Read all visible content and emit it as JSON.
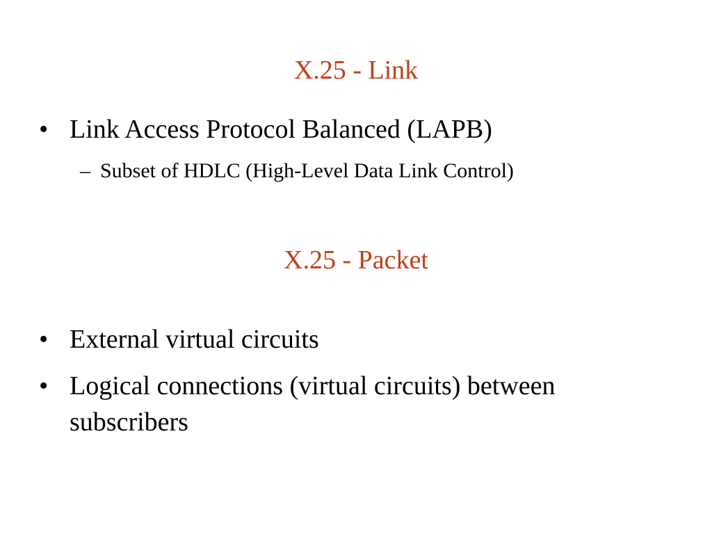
{
  "colors": {
    "title": "#c0401a",
    "text": "#000000",
    "background": "#ffffff"
  },
  "section1": {
    "title": "X.25 - Link",
    "bullets": [
      {
        "marker": "•",
        "text": "Link Access Protocol Balanced (LAPB)",
        "sub": {
          "marker": "–",
          "text": "Subset of HDLC (High-Level Data Link Control)"
        }
      }
    ]
  },
  "section2": {
    "title": "X.25 - Packet",
    "bullets": [
      {
        "marker": "•",
        "text": "External virtual circuits"
      },
      {
        "marker": "•",
        "text_line1": "Logical connections (virtual circuits) between",
        "text_line2": "subscribers"
      }
    ]
  }
}
